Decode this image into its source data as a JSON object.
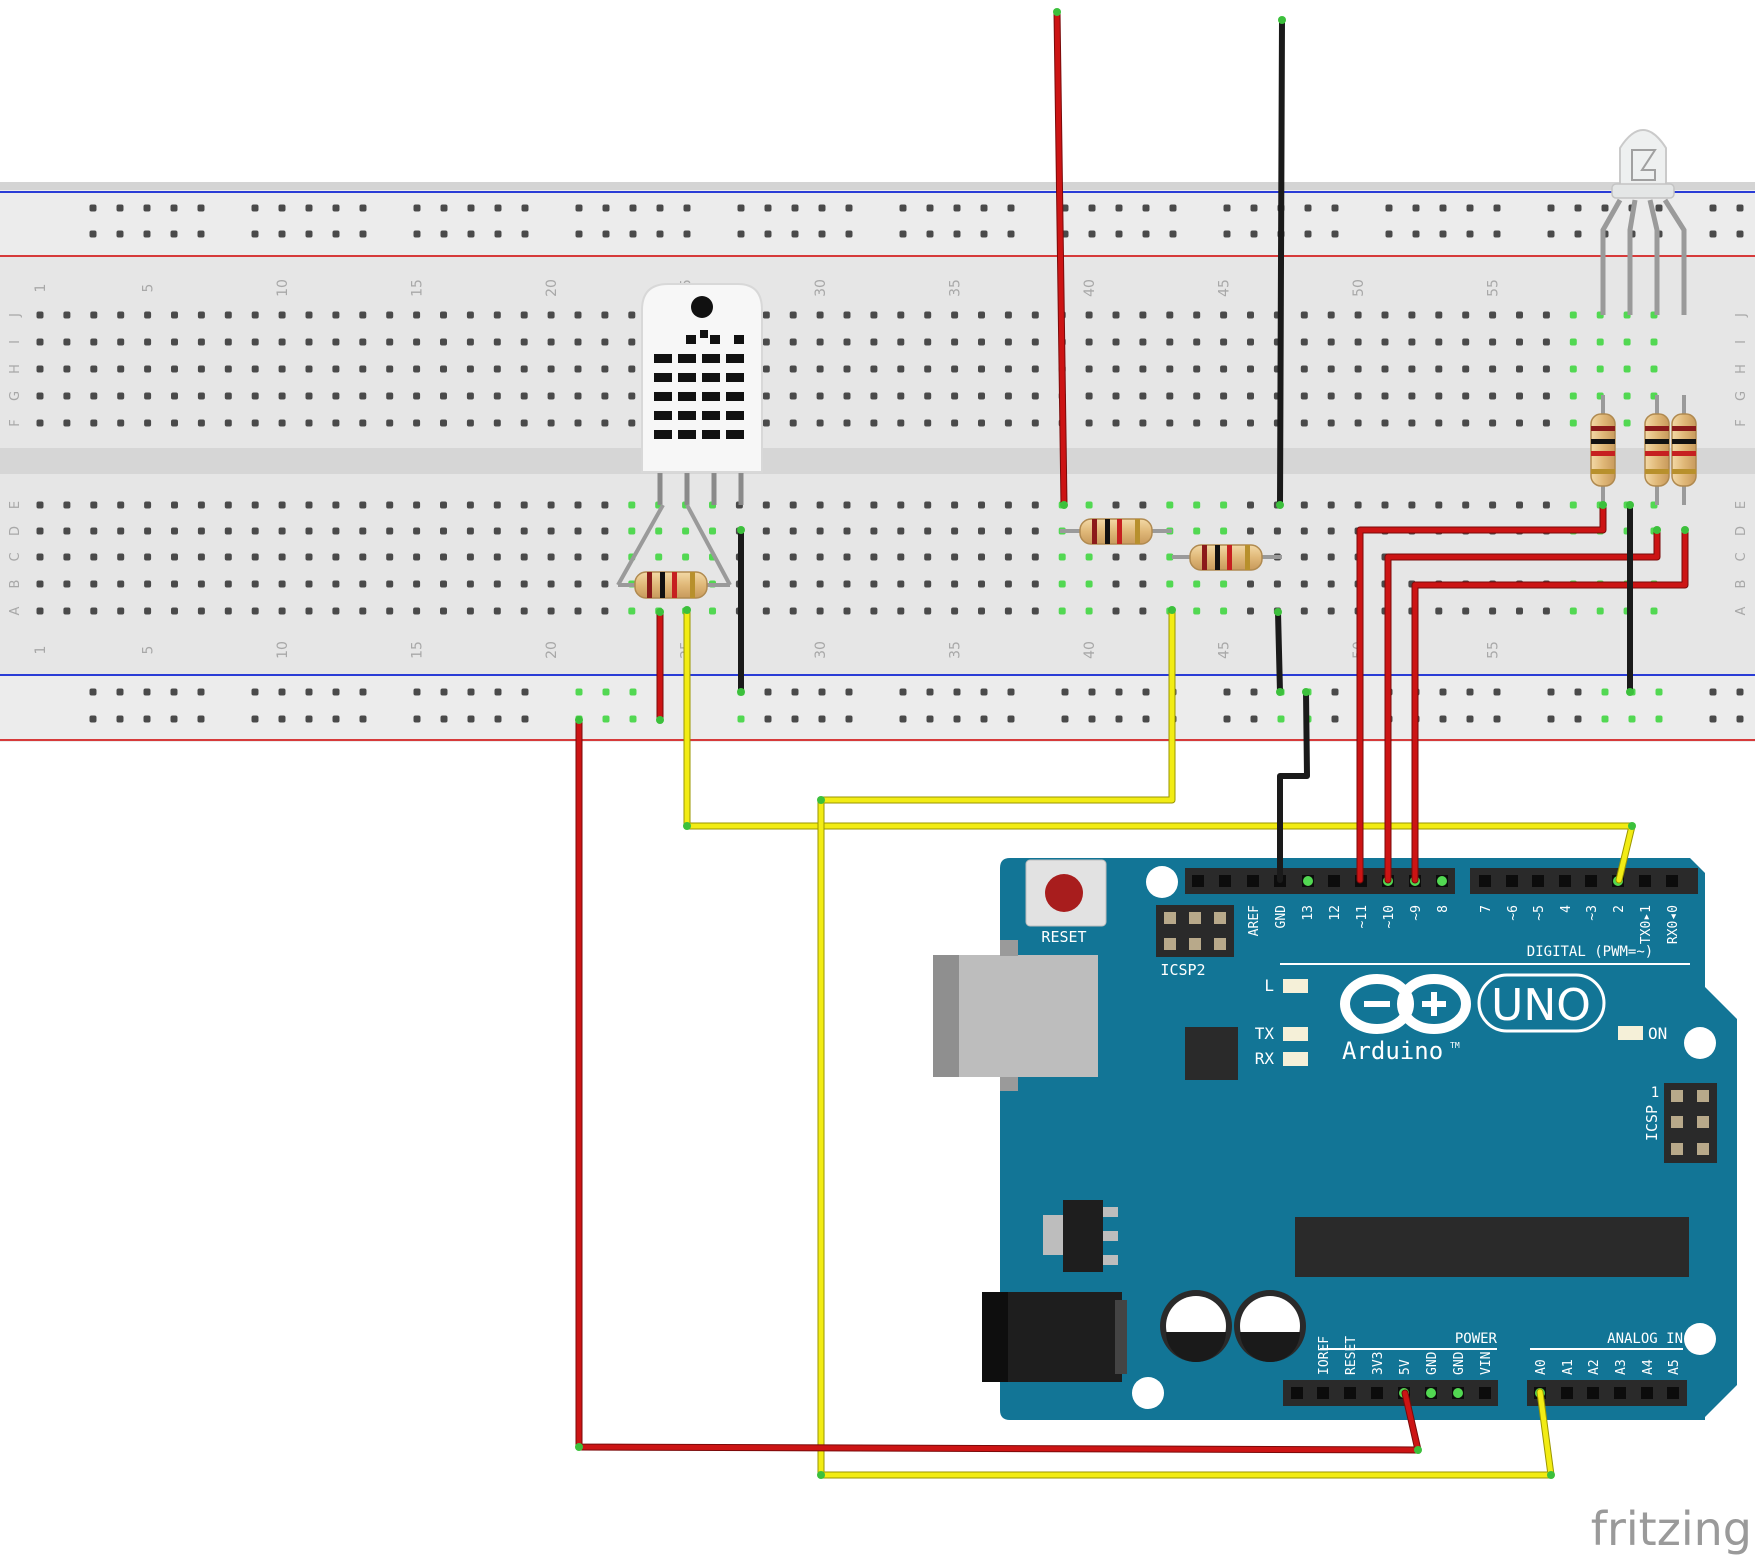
{
  "breadboard": {
    "column_numbers": [
      "1",
      "5",
      "10",
      "15",
      "20",
      "25",
      "30",
      "35",
      "40",
      "45",
      "50",
      "55"
    ],
    "row_letters_top": [
      "J",
      "I",
      "H",
      "G",
      "F"
    ],
    "row_letters_bottom": [
      "E",
      "D",
      "C",
      "B",
      "A"
    ]
  },
  "arduino": {
    "brand_text": "Arduino",
    "tm": "TM",
    "model_text": "UNO",
    "reset_label": "RESET",
    "icsp2_label": "ICSP2",
    "icsp_label": "ICSP",
    "icsp_pin1": "1",
    "led_l": "L",
    "led_tx": "TX",
    "led_rx": "RX",
    "led_on": "ON",
    "digital_label": "DIGITAL (PWM=~)",
    "digital_pins": [
      "AREF",
      "GND",
      "13",
      "12",
      "~11",
      "~10",
      "~9",
      "8",
      "7",
      "~6",
      "~5",
      "4",
      "~3",
      "2",
      "TX0▸1",
      "RX0◂0"
    ],
    "power_label": "POWER",
    "power_pins": [
      "IOREF",
      "RESET",
      "3V3",
      "5V",
      "GND",
      "GND",
      "VIN"
    ],
    "analog_label": "ANALOG IN",
    "analog_pins": [
      "A0",
      "A1",
      "A2",
      "A3",
      "A4",
      "A5"
    ]
  },
  "watermark": "fritzing",
  "colors": {
    "board_blue": "#127596",
    "wire_red": "#cc1414",
    "wire_black": "#1a1a1a",
    "wire_yellow": "#f2ec14",
    "breadboard": "#e6e6e6",
    "hole_green": "#52d852"
  }
}
